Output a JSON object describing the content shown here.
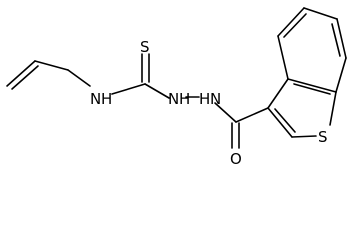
{
  "molecule": {
    "labels": {
      "sulfur_thione": "S",
      "amine_allyl": "N",
      "h_allyl": "H",
      "hydrazine_n1": "N",
      "h_n1": "H",
      "hydrazine_n2": "N",
      "h_n2": "H",
      "oxygen": "O",
      "sulfur_ring": "S"
    },
    "colors": {
      "bond": "#000000",
      "atom_text": "#000000",
      "background": "#ffffff"
    }
  }
}
